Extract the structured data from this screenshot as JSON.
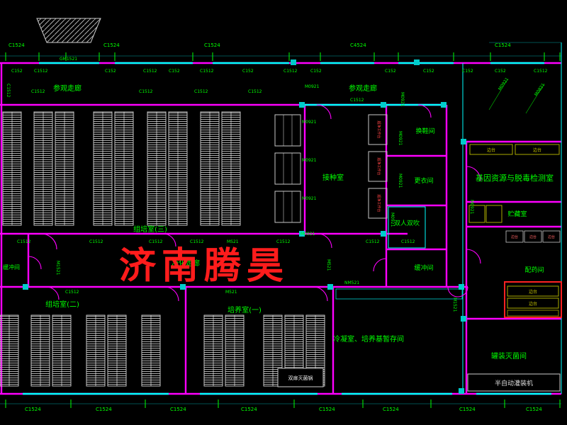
{
  "drawing": {
    "watermark": "济南腾昊",
    "rooms": {
      "visit_corridor": "参观走廊",
      "tissue3": "组培室(三)",
      "tissue2": "组培室(二)",
      "culture1": "培养室(一)",
      "inoculation": "接种室",
      "shoe": "换鞋间",
      "dressing": "更衣间",
      "air_shower": "双人双吹",
      "buffer": "缓冲间",
      "gene_lab": "基因资源与脱毒检测室",
      "storage": "贮藏室",
      "pharmacy": "配药间",
      "medium_store": "冷凝室、培养基暂存间",
      "canning": "罐装灭菌间",
      "clean_corridor": "净化走廊"
    },
    "equipment": {
      "filler": "半自动灌装机",
      "autoclave": "双扉灭菌锅",
      "bench": "边台",
      "clean_bench": "超净工作台"
    },
    "codes": {
      "c1524": "C1524",
      "c1512": "C1512",
      "c152": "C152",
      "c4524": "C4524",
      "gm1521": "GM1521",
      "m0921": "M0921",
      "m0821": "M0821",
      "m1521": "M1521",
      "m521": "M521",
      "ms21": "MS21",
      "nm521": "NM521"
    },
    "colors": {
      "background": "#000000",
      "wall": "#ff00ff",
      "glass": "#00ffff",
      "label": "#00ff00",
      "watermark": "#ff1c1c",
      "rack": "#c8c8c8",
      "bench": "#cccc00"
    }
  }
}
